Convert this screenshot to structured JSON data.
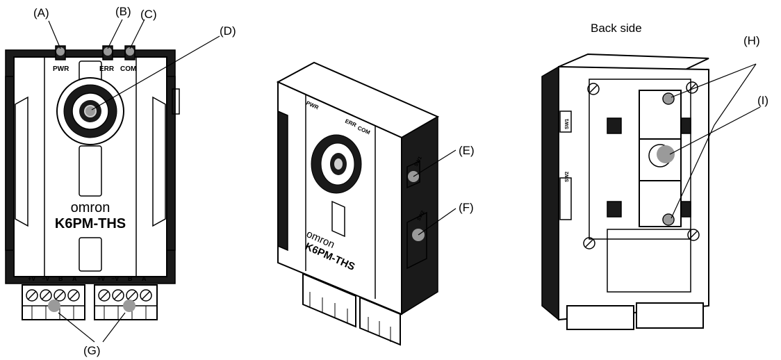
{
  "views": {
    "back_title": "Back side"
  },
  "callouts": {
    "A": "(A)",
    "B": "(B)",
    "C": "(C)",
    "D": "(D)",
    "E": "(E)",
    "F": "(F)",
    "G": "(G)",
    "H": "(H)",
    "I": "(I)"
  },
  "device": {
    "brand": "omron",
    "model": "K6PM-THS",
    "led_pwr": "PWR",
    "led_err": "ERR",
    "led_com": "COM",
    "sw1": "SW1",
    "sw2": "SW2",
    "terminals": [
      "+V",
      "−V",
      "B",
      "A",
      "+V",
      "−V",
      "B",
      "A"
    ]
  },
  "colors": {
    "marker_dot": "#9a9a9a",
    "body_dark": "#1a1a1a",
    "outline": "#000000"
  }
}
